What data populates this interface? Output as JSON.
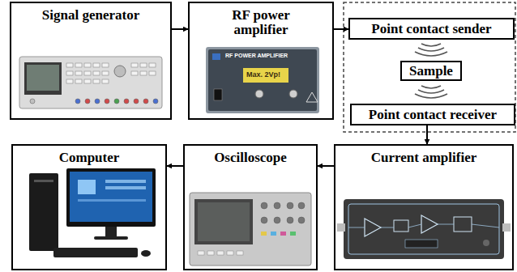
{
  "diagram": {
    "nodes": [
      {
        "text": [
          "Signal generator"
        ]
      },
      {
        "text": [
          "RF power amplifier"
        ]
      },
      {
        "text": [
          "Point contact sender"
        ]
      },
      {
        "text": [
          "Sample"
        ]
      },
      {
        "text": [
          "Point contact receiver"
        ]
      },
      {
        "text": [
          "Computer"
        ]
      },
      {
        "text": [
          "Oscilloscope"
        ]
      },
      {
        "text": [
          "Current amplifier"
        ]
      }
    ],
    "edges": [
      {
        "from": 0,
        "to": 1,
        "arrow": "to"
      },
      {
        "from": 1,
        "to": 2,
        "arrow": "to"
      },
      {
        "from": 4,
        "to": 7,
        "arrow": "to"
      },
      {
        "from": 7,
        "to": 6,
        "arrow": "to"
      },
      {
        "from": 6,
        "to": 5,
        "arrow": "to"
      }
    ],
    "labels": [
      "RF POWER AMPLIFIER",
      "Max. 2Vp!"
    ]
  }
}
